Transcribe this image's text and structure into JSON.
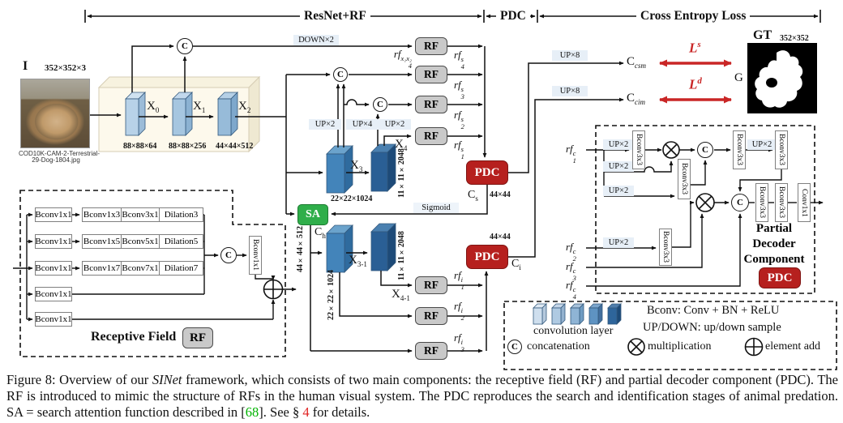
{
  "colors": {
    "pdc_red": "#b6201e",
    "sa_green": "#2fae4a",
    "rf_gray": "#c9c9c9",
    "loss_arrow_red": "#c92626",
    "ref_green": "#00b300",
    "section_red": "#e02020",
    "slab_light_blue": "#b8d2e8",
    "slab_dark_blue": "#2a5f95",
    "up_label_bg": "#e7eff7"
  },
  "brackets": {
    "resnet_rf": "ResNet+RF",
    "pdc": "PDC",
    "cross_entropy": "Cross Entropy Loss"
  },
  "input_image": {
    "label": "I",
    "dims": "352×352×3",
    "filename_line1": "COD10K-CAM-2-Terrestrial-",
    "filename_line2": "29-Dog-1804.jpg"
  },
  "resnet": {
    "x0": {
      "base": "X",
      "sub": "0",
      "dim": "88×88×64"
    },
    "x1": {
      "base": "X",
      "sub": "1",
      "dim": "88×88×256"
    },
    "x2": {
      "base": "X",
      "sub": "2",
      "dim": "44×44×512"
    },
    "x3": {
      "base": "X",
      "sub": "3",
      "dim": "22×22×1024"
    },
    "x4": {
      "base": "X",
      "sub": "4",
      "dim": "11×11×2048"
    },
    "x31": {
      "base": "X",
      "sub": "3-1",
      "dim": "22×22×1024"
    },
    "x41": {
      "base": "X",
      "sub": "4-1",
      "dim": "11×11×2048"
    }
  },
  "updown": {
    "down2": "DOWN×2",
    "up2": "UP×2",
    "up4": "UP×4",
    "up8": "UP×8"
  },
  "rf_label": "RF",
  "rf_feats": {
    "in4": {
      "base": "rf",
      "sub": "4",
      "sup": "x₁x₂"
    },
    "s4": {
      "base": "rf",
      "sub": "4",
      "sup": "s"
    },
    "s3": {
      "base": "rf",
      "sub": "3",
      "sup": "s"
    },
    "s2": {
      "base": "rf",
      "sub": "2",
      "sup": "s"
    },
    "s1": {
      "base": "rf",
      "sub": "1",
      "sup": "s"
    },
    "i1": {
      "base": "rf",
      "sub": "1",
      "sup": "i"
    },
    "i2": {
      "base": "rf",
      "sub": "2",
      "sup": "i"
    },
    "i3": {
      "base": "rf",
      "sub": "3",
      "sup": "i"
    },
    "c1": {
      "base": "rf",
      "sub": "1",
      "sup": "c"
    },
    "c2": {
      "base": "rf",
      "sub": "2",
      "sup": "c"
    },
    "c3": {
      "base": "rf",
      "sub": "3",
      "sup": "c"
    },
    "c4": {
      "base": "rf",
      "sub": "4",
      "sup": "c"
    }
  },
  "sa": {
    "label": "SA",
    "sigmoid": "Sigmoid"
  },
  "maps": {
    "cs": {
      "base": "C",
      "sub": "s",
      "dim": "44×44"
    },
    "ch": {
      "base": "C",
      "sub": "h",
      "dim": "44×44×512"
    },
    "ci": {
      "base": "C",
      "sub": "i",
      "dim": "44×44"
    },
    "csm": {
      "base": "C",
      "sub": "csm"
    },
    "cim": {
      "base": "C",
      "sub": "cim"
    }
  },
  "pdc_box_label": "PDC",
  "losses": {
    "ls": {
      "base": "L",
      "sup": "s"
    },
    "ld": {
      "base": "L",
      "sup": "d"
    }
  },
  "gt": {
    "label": "GT",
    "dims": "352×352",
    "g": "G"
  },
  "receptive_field": {
    "rows": [
      {
        "pre": "Bconv1x1",
        "cells": [
          "Bconv1x3",
          "Bconv3x1",
          "Dilation3"
        ]
      },
      {
        "pre": "Bconv1x1",
        "cells": [
          "Bconv1x5",
          "Bconv5x1",
          "Dilation5"
        ]
      },
      {
        "pre": "Bconv1x1",
        "cells": [
          "Bconv1x7",
          "Bconv7x1",
          "Dilation7"
        ]
      },
      {
        "pre": "Bconv1x1"
      },
      {
        "pre": "Bconv1x1"
      }
    ],
    "merge_box": "Bconv1x1",
    "title": "Receptive Field",
    "badge": "RF"
  },
  "pdc_detail": {
    "bconv33": "Bconv3x3",
    "conv11": "Conv1x1",
    "title_lines": [
      "Partial",
      "Decoder",
      "Component"
    ],
    "badge": "PDC"
  },
  "legend": {
    "conv_layer": "convolution layer",
    "bconv_def": "Bconv: Conv + BN + ReLU",
    "updown_def": "UP/DOWN: up/down sample",
    "concat": "concatenation",
    "mult": "multiplication",
    "add": "element add"
  },
  "icons": {
    "concat_c": "C",
    "mult_glyph": "⊗",
    "add_glyph": "⊕"
  },
  "caption": {
    "label": "Figure 8:",
    "seg1": " Overview of our ",
    "sinet": "SINet",
    "seg2": " framework, which consists of two main components: the receptive field (RF) and partial decoder component (PDC). The RF is introduced to mimic the structure of RFs in the human visual system. The PDC reproduces the search and identification stages of animal predation. SA = search attention function described in [",
    "ref": "68",
    "seg3": "]. See § ",
    "sec": "4",
    "seg4": " for details."
  }
}
